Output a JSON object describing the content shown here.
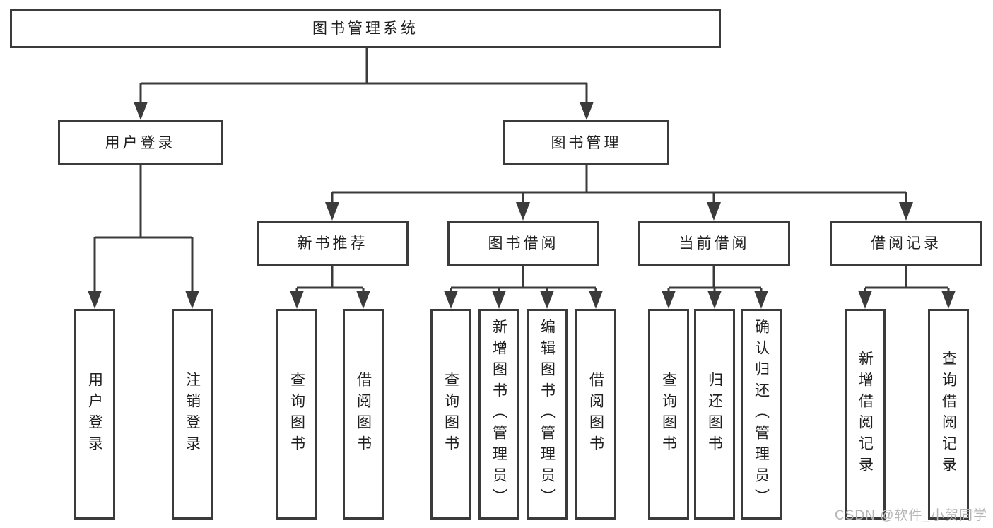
{
  "diagram": {
    "root": {
      "label": "图书管理系统"
    },
    "level2": [
      {
        "label": "用户登录",
        "children": [
          "用户登录",
          "注销登录"
        ]
      },
      {
        "label": "图书管理"
      }
    ],
    "level3": [
      {
        "label": "新书推荐",
        "children": [
          "查询图书",
          "借阅图书"
        ]
      },
      {
        "label": "图书借阅",
        "children": [
          "查询图书",
          "新增图书（管理员）",
          "编辑图书（管理员）",
          "借阅图书"
        ]
      },
      {
        "label": "当前借阅",
        "children": [
          "查询图书",
          "归还图书",
          "确认归还（管理员）"
        ]
      },
      {
        "label": "借阅记录",
        "children": [
          "新增借阅记录",
          "查询借阅记录"
        ]
      }
    ]
  },
  "watermark": {
    "text": "CSDN @软件_小贺同学"
  },
  "colors": {
    "line": "#3b3b3b",
    "text": "#1f1f1f",
    "watermark": "#b5b5b5",
    "background": "#ffffff"
  }
}
